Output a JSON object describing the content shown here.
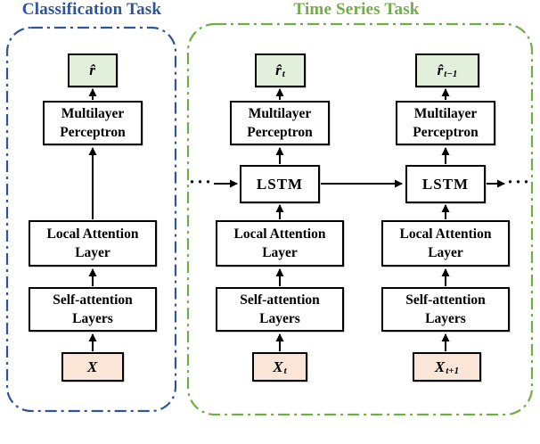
{
  "figure": {
    "classification": {
      "title": "Classification Task",
      "output": {
        "base": "r̂",
        "sub": ""
      },
      "input": {
        "base": "X",
        "sub": ""
      }
    },
    "time_series": {
      "title": "Time Series Task",
      "ellipsis": "···",
      "step_t": {
        "output": {
          "base": "r̂",
          "sub": "t"
        },
        "input": {
          "base": "X",
          "sub": "t"
        }
      },
      "step_t1": {
        "output": {
          "base": "r̂",
          "sub": "t−1"
        },
        "input": {
          "base": "X",
          "sub": "t+1"
        }
      }
    },
    "blocks": {
      "mlp": [
        "Multilayer",
        "Perceptron"
      ],
      "lstm": "LSTM",
      "local_attention": [
        "Local Attention",
        "Layer"
      ],
      "self_attention": [
        "Self-attention",
        "Layers"
      ]
    },
    "colors": {
      "classification_accent": "#2F5597",
      "time_series_accent": "#70AD47",
      "output_fill": "#E2EFDA",
      "input_fill": "#FBE5D6",
      "box_border": "#000000"
    }
  }
}
